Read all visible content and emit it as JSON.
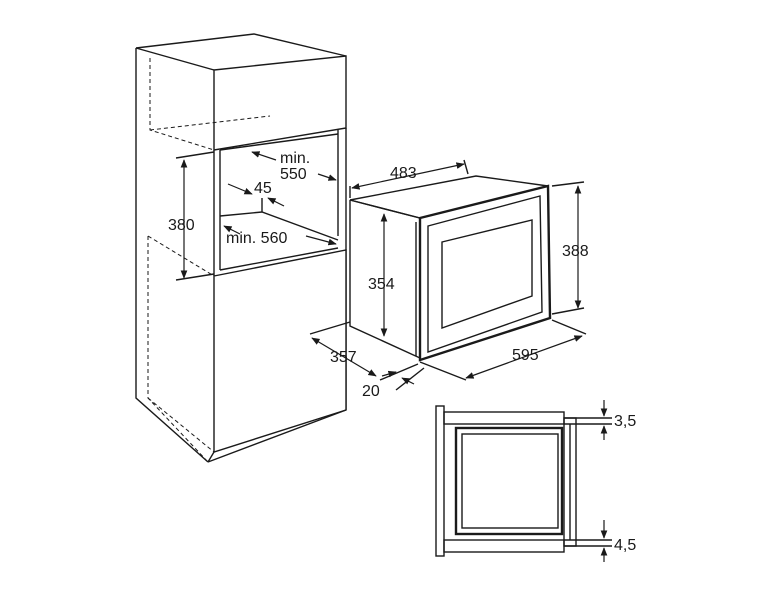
{
  "dimensions": {
    "cabinet_height": "380",
    "min_label": "min.",
    "cabinet_width_inner": "550",
    "depth_gap": "45",
    "cabinet_depth": "min. 560",
    "oven_depth": "483",
    "oven_height_body": "354",
    "oven_height_front": "388",
    "oven_side_depth": "357",
    "front_thickness": "20",
    "oven_width": "595",
    "top_gap": "3,5",
    "bottom_gap": "4,5"
  },
  "colors": {
    "line": "#1a1a1a",
    "background": "#ffffff"
  }
}
